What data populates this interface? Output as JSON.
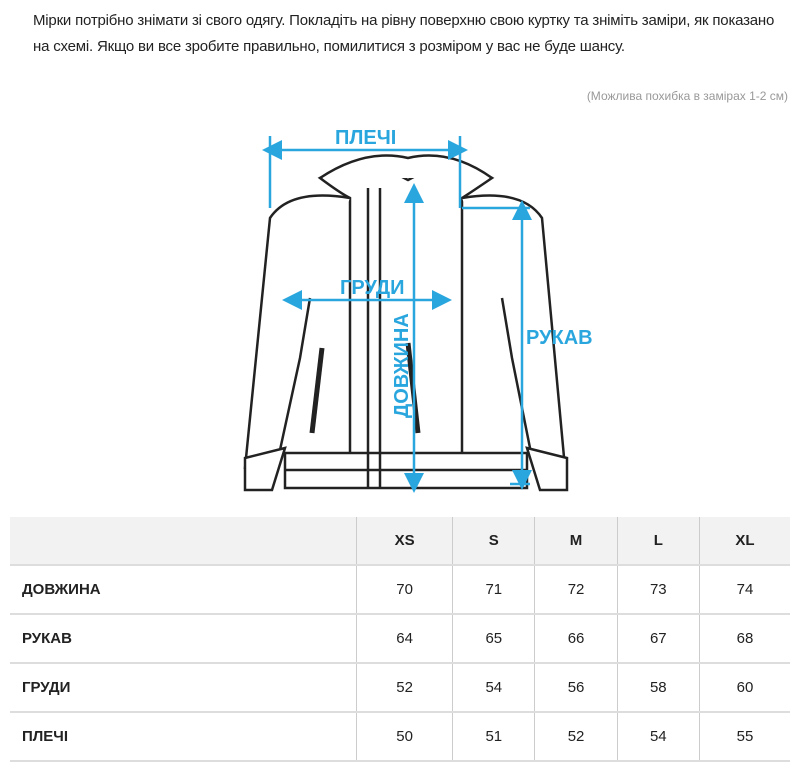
{
  "intro": "Мірки потрібно знімати зі свого одягу. Покладіть на рівну поверхню свою куртку та зніміть заміри, як показано на схемі. Якщо ви все зробите правильно, помилитися з розміром у вас не буде шансу.",
  "note": "(Можлива похибка в замірах 1-2 см)",
  "diagram": {
    "shoulders": "ПЛЕЧІ",
    "chest": "ГРУДИ",
    "length": "ДОВЖИНА",
    "sleeve": "РУКАВ",
    "accent": "#2aa6de"
  },
  "table": {
    "sizes": [
      "XS",
      "S",
      "M",
      "L",
      "XL"
    ],
    "rows": [
      {
        "label": "ДОВЖИНА",
        "values": [
          "70",
          "71",
          "72",
          "73",
          "74"
        ]
      },
      {
        "label": "РУКАВ",
        "values": [
          "64",
          "65",
          "66",
          "67",
          "68"
        ]
      },
      {
        "label": "ГРУДИ",
        "values": [
          "52",
          "54",
          "56",
          "58",
          "60"
        ]
      },
      {
        "label": "ПЛЕЧІ",
        "values": [
          "50",
          "51",
          "52",
          "54",
          "55"
        ]
      }
    ]
  }
}
